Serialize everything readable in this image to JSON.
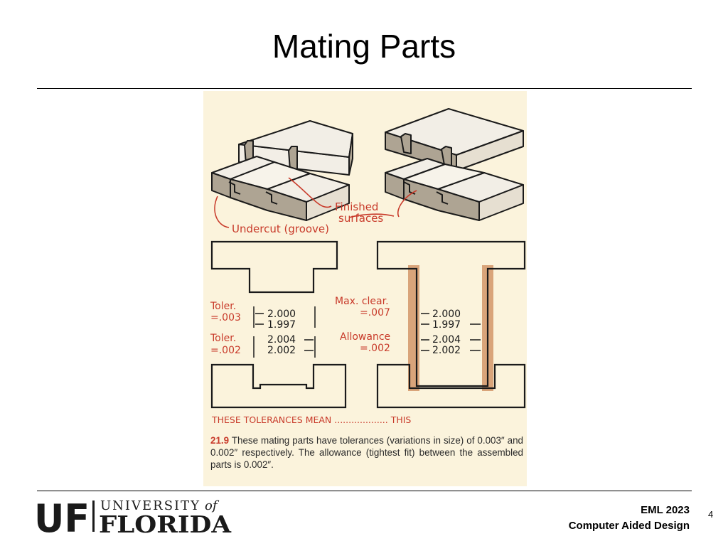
{
  "slide": {
    "title": "Mating Parts",
    "page_number": "4",
    "footer_line1": "EML 2023",
    "footer_line2": "Computer Aided Design"
  },
  "logo": {
    "mark": "UF",
    "line1": "UNIVERSITY",
    "of": "of",
    "line2": "FLORIDA",
    "color": "#1a1a1a"
  },
  "figure": {
    "label_finished_1": "Finished",
    "label_finished_2": "surfaces",
    "label_undercut": "Undercut (groove)",
    "left": {
      "toler1_a": "Toler.",
      "toler1_b": "=.003",
      "dim1_upper": "2.000",
      "dim1_lower": "1.997",
      "toler2_a": "Toler.",
      "toler2_b": "=.002",
      "dim2_upper": "2.004",
      "dim2_lower": "2.002"
    },
    "right": {
      "clear_a": "Max. clear.",
      "clear_b": "=.007",
      "dim1_upper": "2.000",
      "dim1_lower": "1.997",
      "allow_a": "Allowance",
      "allow_b": "=.002",
      "dim2_upper": "2.004",
      "dim2_lower": "2.002"
    },
    "bottom_label": "THESE TOLERANCES MEAN ................... THIS",
    "caption_number": "21.9",
    "caption_text": "These mating parts have tolerances (variations in size) of 0.003″ and 0.002″ respectively. The allowance (tightest fit) between the assembled parts is 0.002″.",
    "colors": {
      "background": "#fbf3dc",
      "ink": "#1a1a1a",
      "red_ink": "#c83a2a",
      "tolerance_band": "#d9a47a",
      "block_top": "#f2eee6",
      "block_side": "#aea493"
    }
  }
}
